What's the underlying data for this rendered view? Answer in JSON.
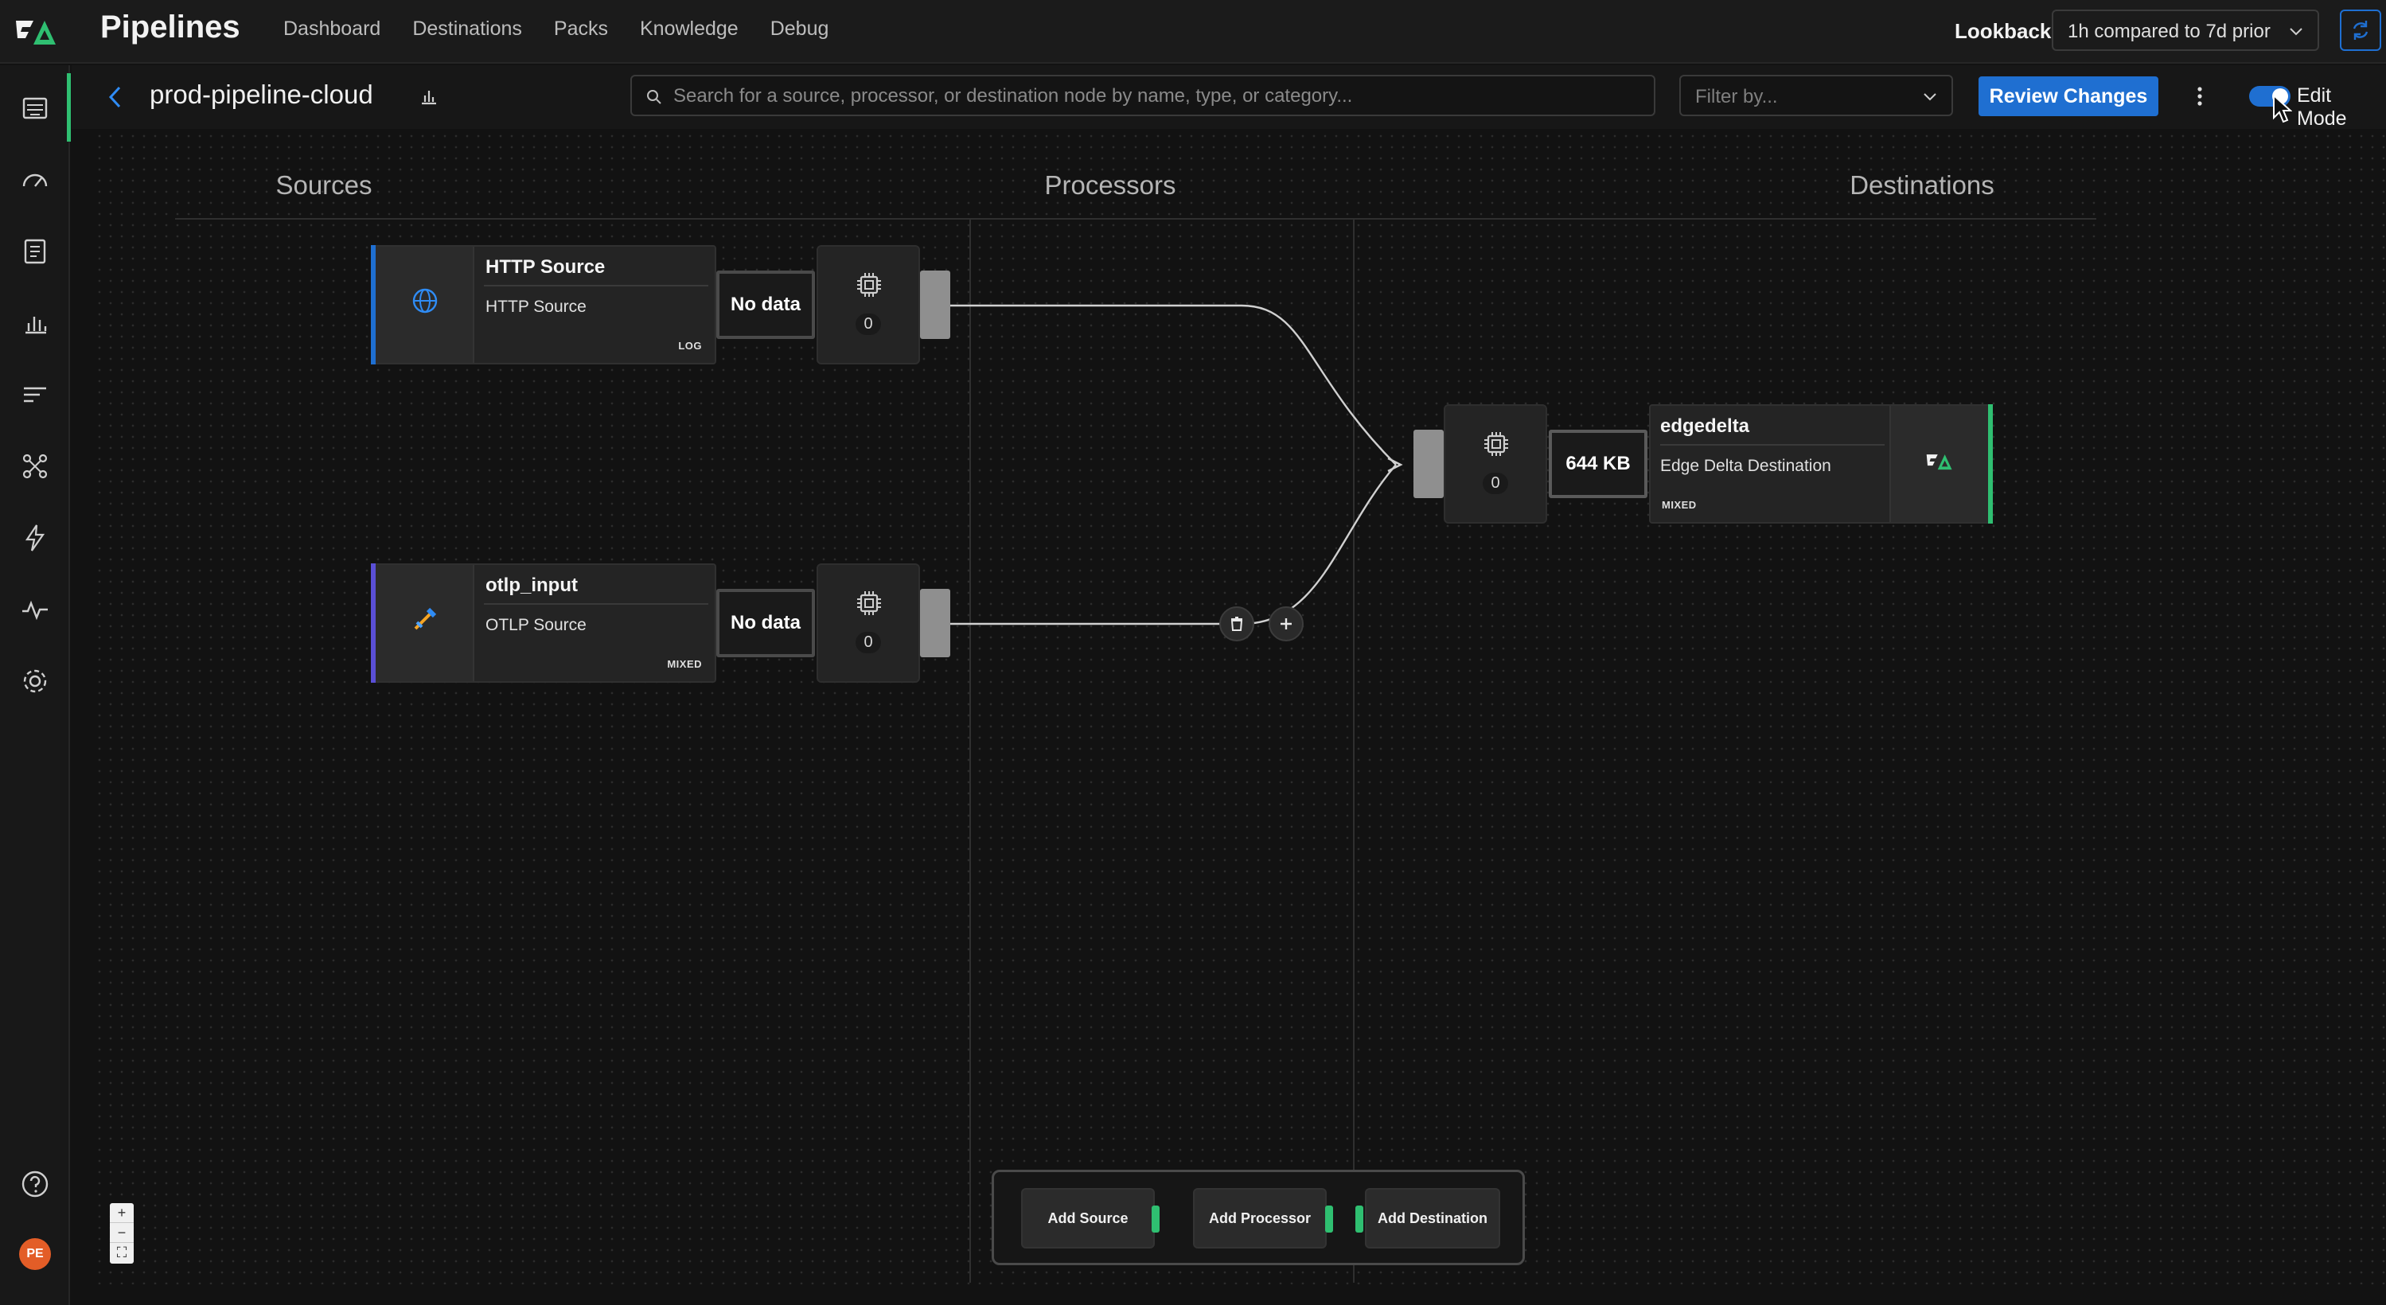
{
  "app": {
    "title": "Pipelines",
    "nav": [
      "Dashboard",
      "Destinations",
      "Packs",
      "Knowledge",
      "Debug"
    ],
    "lookback_label": "Lookback",
    "lookback_value": "1h compared to 7d prior"
  },
  "header": {
    "pipeline_name": "prod-pipeline-cloud",
    "search_placeholder": "Search for a source, processor, or destination node by name, type, or category...",
    "filter_placeholder": "Filter by...",
    "review_label": "Review Changes",
    "edit_mode_label": "Edit Mode",
    "edit_mode_on": true
  },
  "columns": [
    "Sources",
    "Processors",
    "Destinations"
  ],
  "sources": [
    {
      "name": "HTTP Source",
      "type": "HTTP Source",
      "tag": "LOG",
      "icon": "globe-icon",
      "metric": "No data",
      "processor_count": "0"
    },
    {
      "name": "otlp_input",
      "type": "OTLP Source",
      "tag": "MIXED",
      "icon": "telescope-icon",
      "metric": "No data",
      "processor_count": "0"
    }
  ],
  "destination": {
    "name": "edgedelta",
    "type": "Edge Delta Destination",
    "tag": "MIXED",
    "icon": "edgedelta-logo-icon",
    "metric": "644 KB",
    "processor_count": "0"
  },
  "add_panel": {
    "source": "Add Source",
    "processor": "Add Processor",
    "destination": "Add Destination"
  },
  "user": {
    "initials": "PE"
  },
  "zoom": [
    "+",
    "−",
    "⛶"
  ],
  "colors": {
    "accent": "#1f6fd1",
    "success": "#2fbf71",
    "otlp_accent": "#5a4fd6",
    "avatar": "#e35d27"
  }
}
